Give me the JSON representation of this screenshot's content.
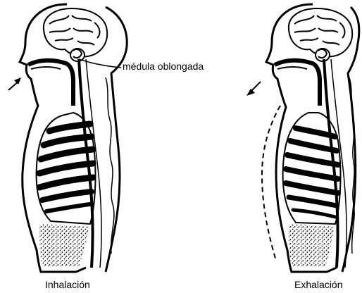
{
  "labels": {
    "medulla": "médula oblongada",
    "inhale": "Inhalación",
    "exhale": "Exhalación"
  },
  "colors": {
    "ink": "#000000",
    "paper": "#ffffff"
  },
  "panels": [
    {
      "id": "inhalation",
      "caption_key": "inhale",
      "arrow": "inward"
    },
    {
      "id": "exhalation",
      "caption_key": "exhale",
      "arrow": "outward",
      "outline": "dashed-contracted"
    }
  ]
}
